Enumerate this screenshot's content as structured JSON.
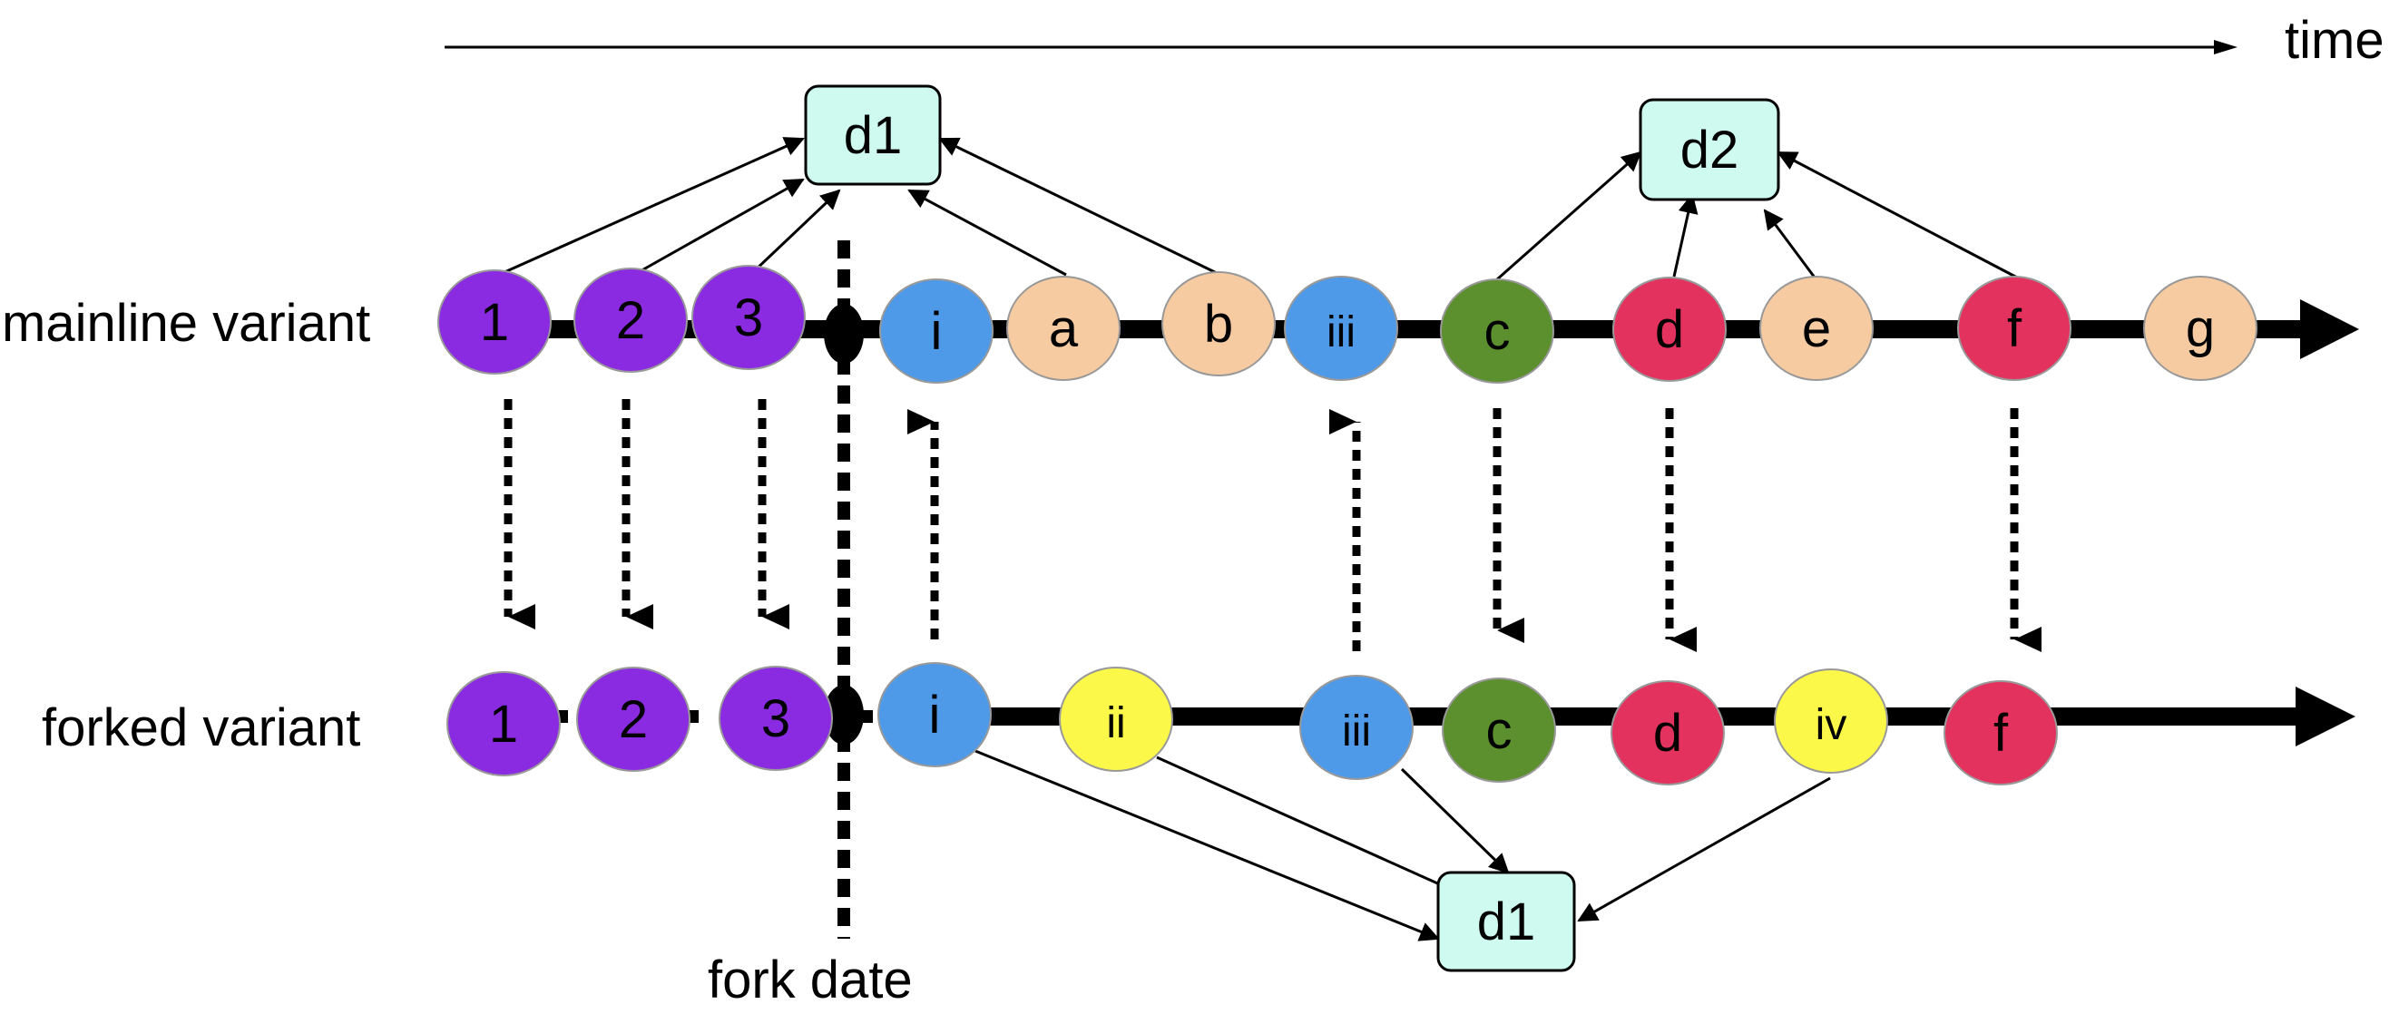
{
  "time_label": "time",
  "fork_label": "fork date",
  "rows": {
    "mainline": {
      "label": "mainline variant"
    },
    "forked": {
      "label": "forked variant"
    }
  },
  "colors": {
    "purple": "#8a2be2",
    "blue": "#4f9ae8",
    "peach": "#f6cba1",
    "green": "#5c8f2e",
    "crimson": "#e4325f",
    "yellow": "#fbf84a",
    "doc": "#cffaef",
    "fork_dot": "#000000"
  },
  "mainline_nodes": [
    {
      "id": "m1",
      "label": "1",
      "color": "purple"
    },
    {
      "id": "m2",
      "label": "2",
      "color": "purple"
    },
    {
      "id": "m3",
      "label": "3",
      "color": "purple"
    },
    {
      "id": "mi",
      "label": "i",
      "color": "blue"
    },
    {
      "id": "ma",
      "label": "a",
      "color": "peach"
    },
    {
      "id": "mb",
      "label": "b",
      "color": "peach"
    },
    {
      "id": "miii",
      "label": "iii",
      "color": "blue"
    },
    {
      "id": "mc",
      "label": "c",
      "color": "green"
    },
    {
      "id": "md",
      "label": "d",
      "color": "crimson"
    },
    {
      "id": "me",
      "label": "e",
      "color": "peach"
    },
    {
      "id": "mf",
      "label": "f",
      "color": "crimson"
    },
    {
      "id": "mg",
      "label": "g",
      "color": "peach"
    }
  ],
  "forked_nodes": [
    {
      "id": "f1",
      "label": "1",
      "color": "purple"
    },
    {
      "id": "f2",
      "label": "2",
      "color": "purple"
    },
    {
      "id": "f3",
      "label": "3",
      "color": "purple"
    },
    {
      "id": "fi",
      "label": "i",
      "color": "blue"
    },
    {
      "id": "fii",
      "label": "ii",
      "color": "yellow"
    },
    {
      "id": "fiii",
      "label": "iii",
      "color": "blue"
    },
    {
      "id": "fc",
      "label": "c",
      "color": "green"
    },
    {
      "id": "fd",
      "label": "d",
      "color": "crimson"
    },
    {
      "id": "fiv",
      "label": "iv",
      "color": "yellow"
    },
    {
      "id": "ff",
      "label": "f",
      "color": "crimson"
    }
  ],
  "docs": [
    {
      "id": "doc_main_1",
      "label": "d1"
    },
    {
      "id": "doc_main_2",
      "label": "d2"
    },
    {
      "id": "doc_fork_1",
      "label": "d1"
    }
  ]
}
